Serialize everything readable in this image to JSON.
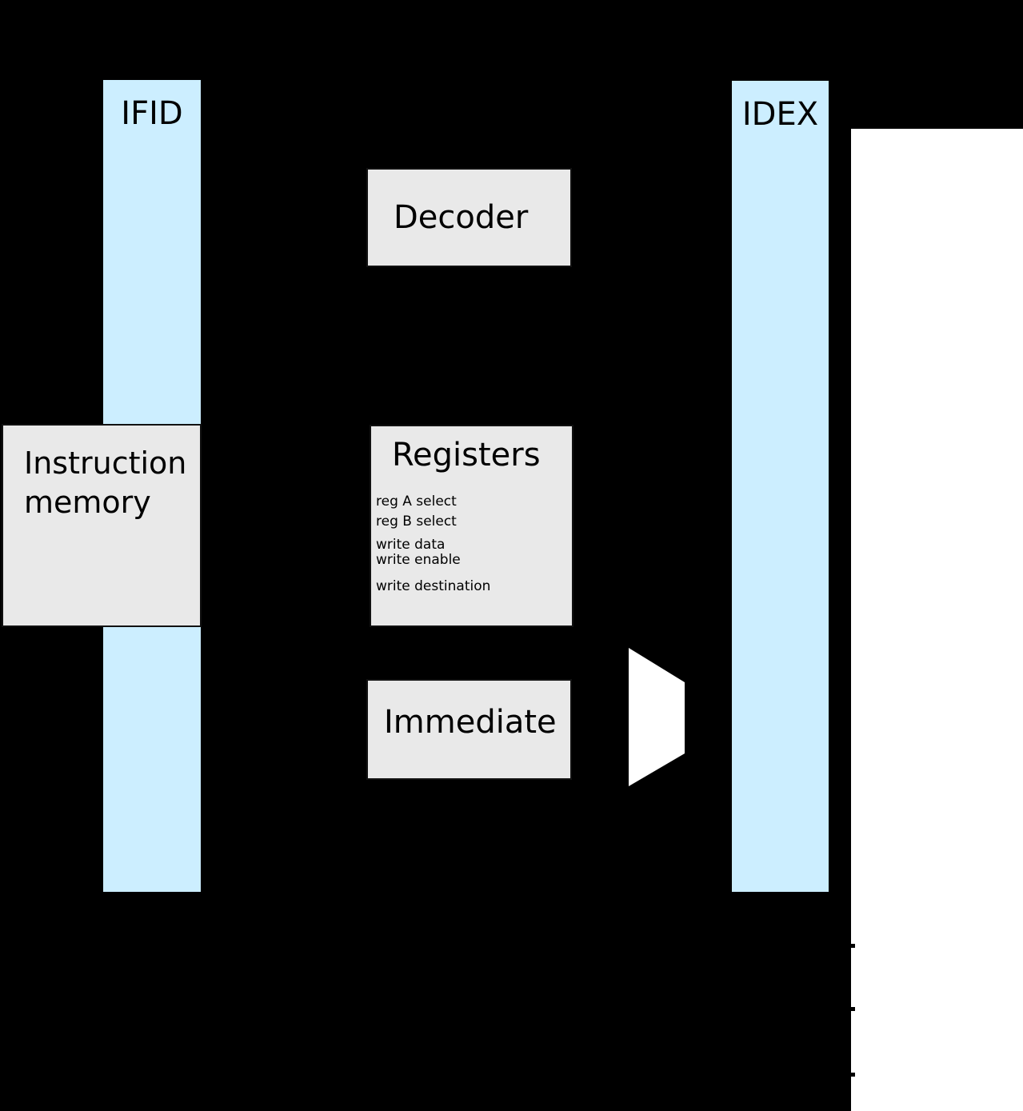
{
  "diagram": {
    "type": "cpu-pipeline-decode-stage",
    "colors": {
      "background": "#000000",
      "canvas": "#ffffff",
      "pipeline_register_fill": "#cceeff",
      "block_fill": "#e9e9e9",
      "mux_fill": "#ffffff",
      "text": "#000000"
    },
    "pipeline_registers": [
      {
        "id": "ifid",
        "label": "IFID"
      },
      {
        "id": "idex",
        "label": "IDEX"
      }
    ],
    "blocks": [
      {
        "id": "instruction_memory",
        "label": "Instruction memory"
      },
      {
        "id": "decoder",
        "label": "Decoder"
      },
      {
        "id": "registers",
        "label": "Registers",
        "ports": [
          "reg A select",
          "reg B select",
          "write data",
          "write enable",
          "write destination"
        ]
      },
      {
        "id": "immediate",
        "label": "Immediate"
      }
    ],
    "mux": {
      "id": "mux",
      "shape": "trapezoid"
    }
  }
}
